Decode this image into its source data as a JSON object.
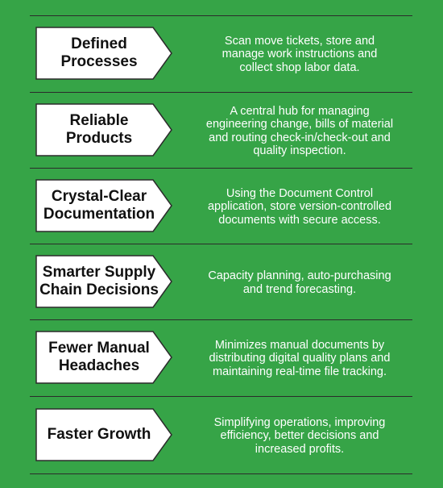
{
  "colors": {
    "background": "#36a447",
    "tag_fill": "#ffffff",
    "tag_border": "#2b2b2b",
    "divider": "#2b2b2b",
    "title_text": "#111111",
    "description_text": "#ffffff"
  },
  "rows": [
    {
      "title": "Defined\nProcesses",
      "description": "Scan move tickets, store and\nmanage work instructions and\ncollect shop labor data."
    },
    {
      "title": "Reliable\nProducts",
      "description": "A central hub for managing\nengineering change, bills of material\nand routing check-in/check-out and\nquality inspection."
    },
    {
      "title": "Crystal-Clear\nDocumentation",
      "description": "Using the Document Control\napplication, store version-controlled\ndocuments with secure access."
    },
    {
      "title": "Smarter Supply\nChain Decisions",
      "description": "Capacity planning, auto-purchasing\nand trend forecasting."
    },
    {
      "title": "Fewer Manual\nHeadaches",
      "description": "Minimizes manual documents by\ndistributing digital quality plans and\nmaintaining real-time file tracking."
    },
    {
      "title": "Faster Growth",
      "description": "Simplifying operations, improving\nefficiency, better decisions and\nincreased profits."
    }
  ]
}
